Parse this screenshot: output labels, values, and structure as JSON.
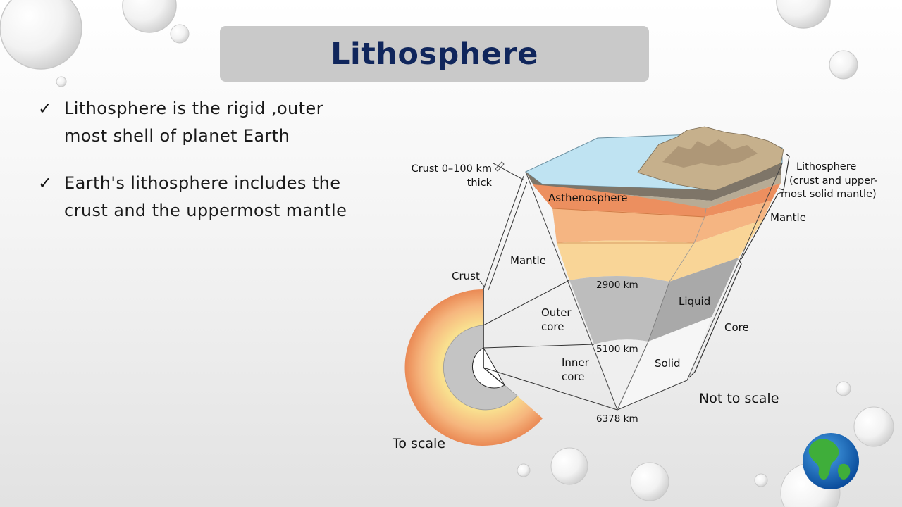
{
  "slide": {
    "title": "Lithosphere",
    "bullets": [
      {
        "text": "Lithosphere is the rigid ,outer most shell of planet Earth",
        "icon": "checkmark-icon"
      },
      {
        "text": "Earth's lithosphere includes the crust and the uppermost mantle",
        "icon": "checkmark-icon"
      }
    ]
  },
  "diagram": {
    "labels": {
      "crust_thickness_line1": "Crust 0–100 km",
      "crust_thickness_line2": "thick",
      "asthenosphere": "Asthenosphere",
      "lithosphere_line1": "Lithosphere",
      "lithosphere_line2": "(crust and upper-",
      "lithosphere_line3": "most solid mantle)",
      "mantle_right": "Mantle",
      "mantle_left": "Mantle",
      "crust": "Crust",
      "depth_2900": "2900 km",
      "liquid": "Liquid",
      "outer_core_line1": "Outer",
      "outer_core_line2": "core",
      "core": "Core",
      "depth_5100": "5100 km",
      "inner_core_line1": "Inner",
      "inner_core_line2": "core",
      "solid": "Solid",
      "not_to_scale": "Not to scale",
      "depth_6378": "6378 km",
      "to_scale": "To scale"
    },
    "colors": {
      "ocean": "#bfe3f2",
      "crust": "#b7ab95",
      "asthenosphere": "#ec8f5f",
      "mantle_mid": "#f5b582",
      "mantle_low": "#f9d597",
      "outer_core": "#bdbdbd",
      "inner_core": "#efefef",
      "title_text": "#10265c",
      "title_box": "#c9c9c9"
    }
  },
  "decor": {
    "globe_icon": "globe-icon",
    "water_drops": "water-drop-decoration"
  }
}
